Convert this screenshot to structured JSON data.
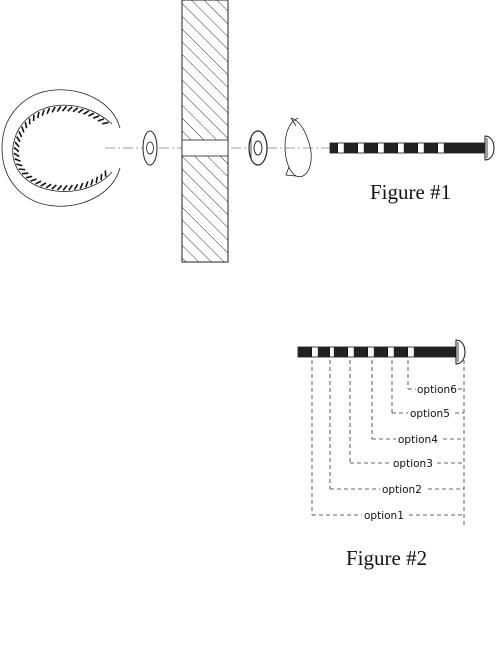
{
  "figure1": {
    "caption": "Figure   #1"
  },
  "figure2": {
    "caption": "Figure   #2",
    "options": [
      "option1",
      "option2",
      "option3",
      "option4",
      "option5",
      "option6"
    ]
  },
  "colors": {
    "ink": "#111111",
    "background": "#ffffff"
  }
}
